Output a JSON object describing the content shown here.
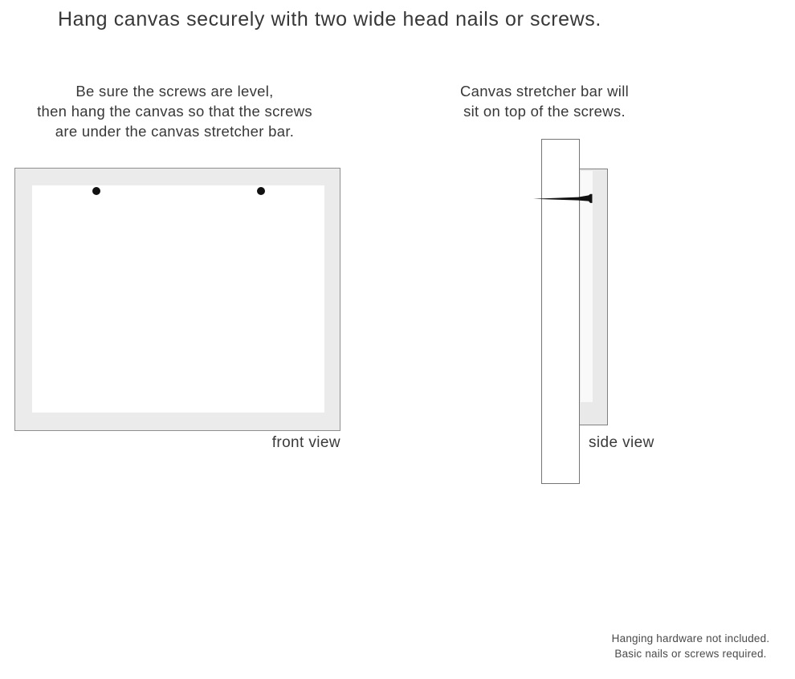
{
  "title": "Hang canvas securely with two wide head nails or screws.",
  "front_view": {
    "instruction_lines": [
      "Be sure the screws are level,",
      "then hang the canvas so that the screws",
      "are under the canvas stretcher bar."
    ],
    "caption": "front view",
    "screw_count": 2
  },
  "side_view": {
    "instruction_lines": [
      "Canvas stretcher bar will",
      "sit on top of the screws."
    ],
    "caption": "side view"
  },
  "footnote_lines": [
    "Hanging hardware not included.",
    "Basic nails or screws required."
  ],
  "colors": {
    "background": "#ffffff",
    "canvas_frame_fill": "#ebebeb",
    "canvas_inner_fill": "#ffffff",
    "frame_border": "#8f8f8f",
    "wall_border": "#757575",
    "screw_color": "#111111",
    "text_color": "#3a3a3a",
    "footnote_color": "#4a4a4a"
  }
}
